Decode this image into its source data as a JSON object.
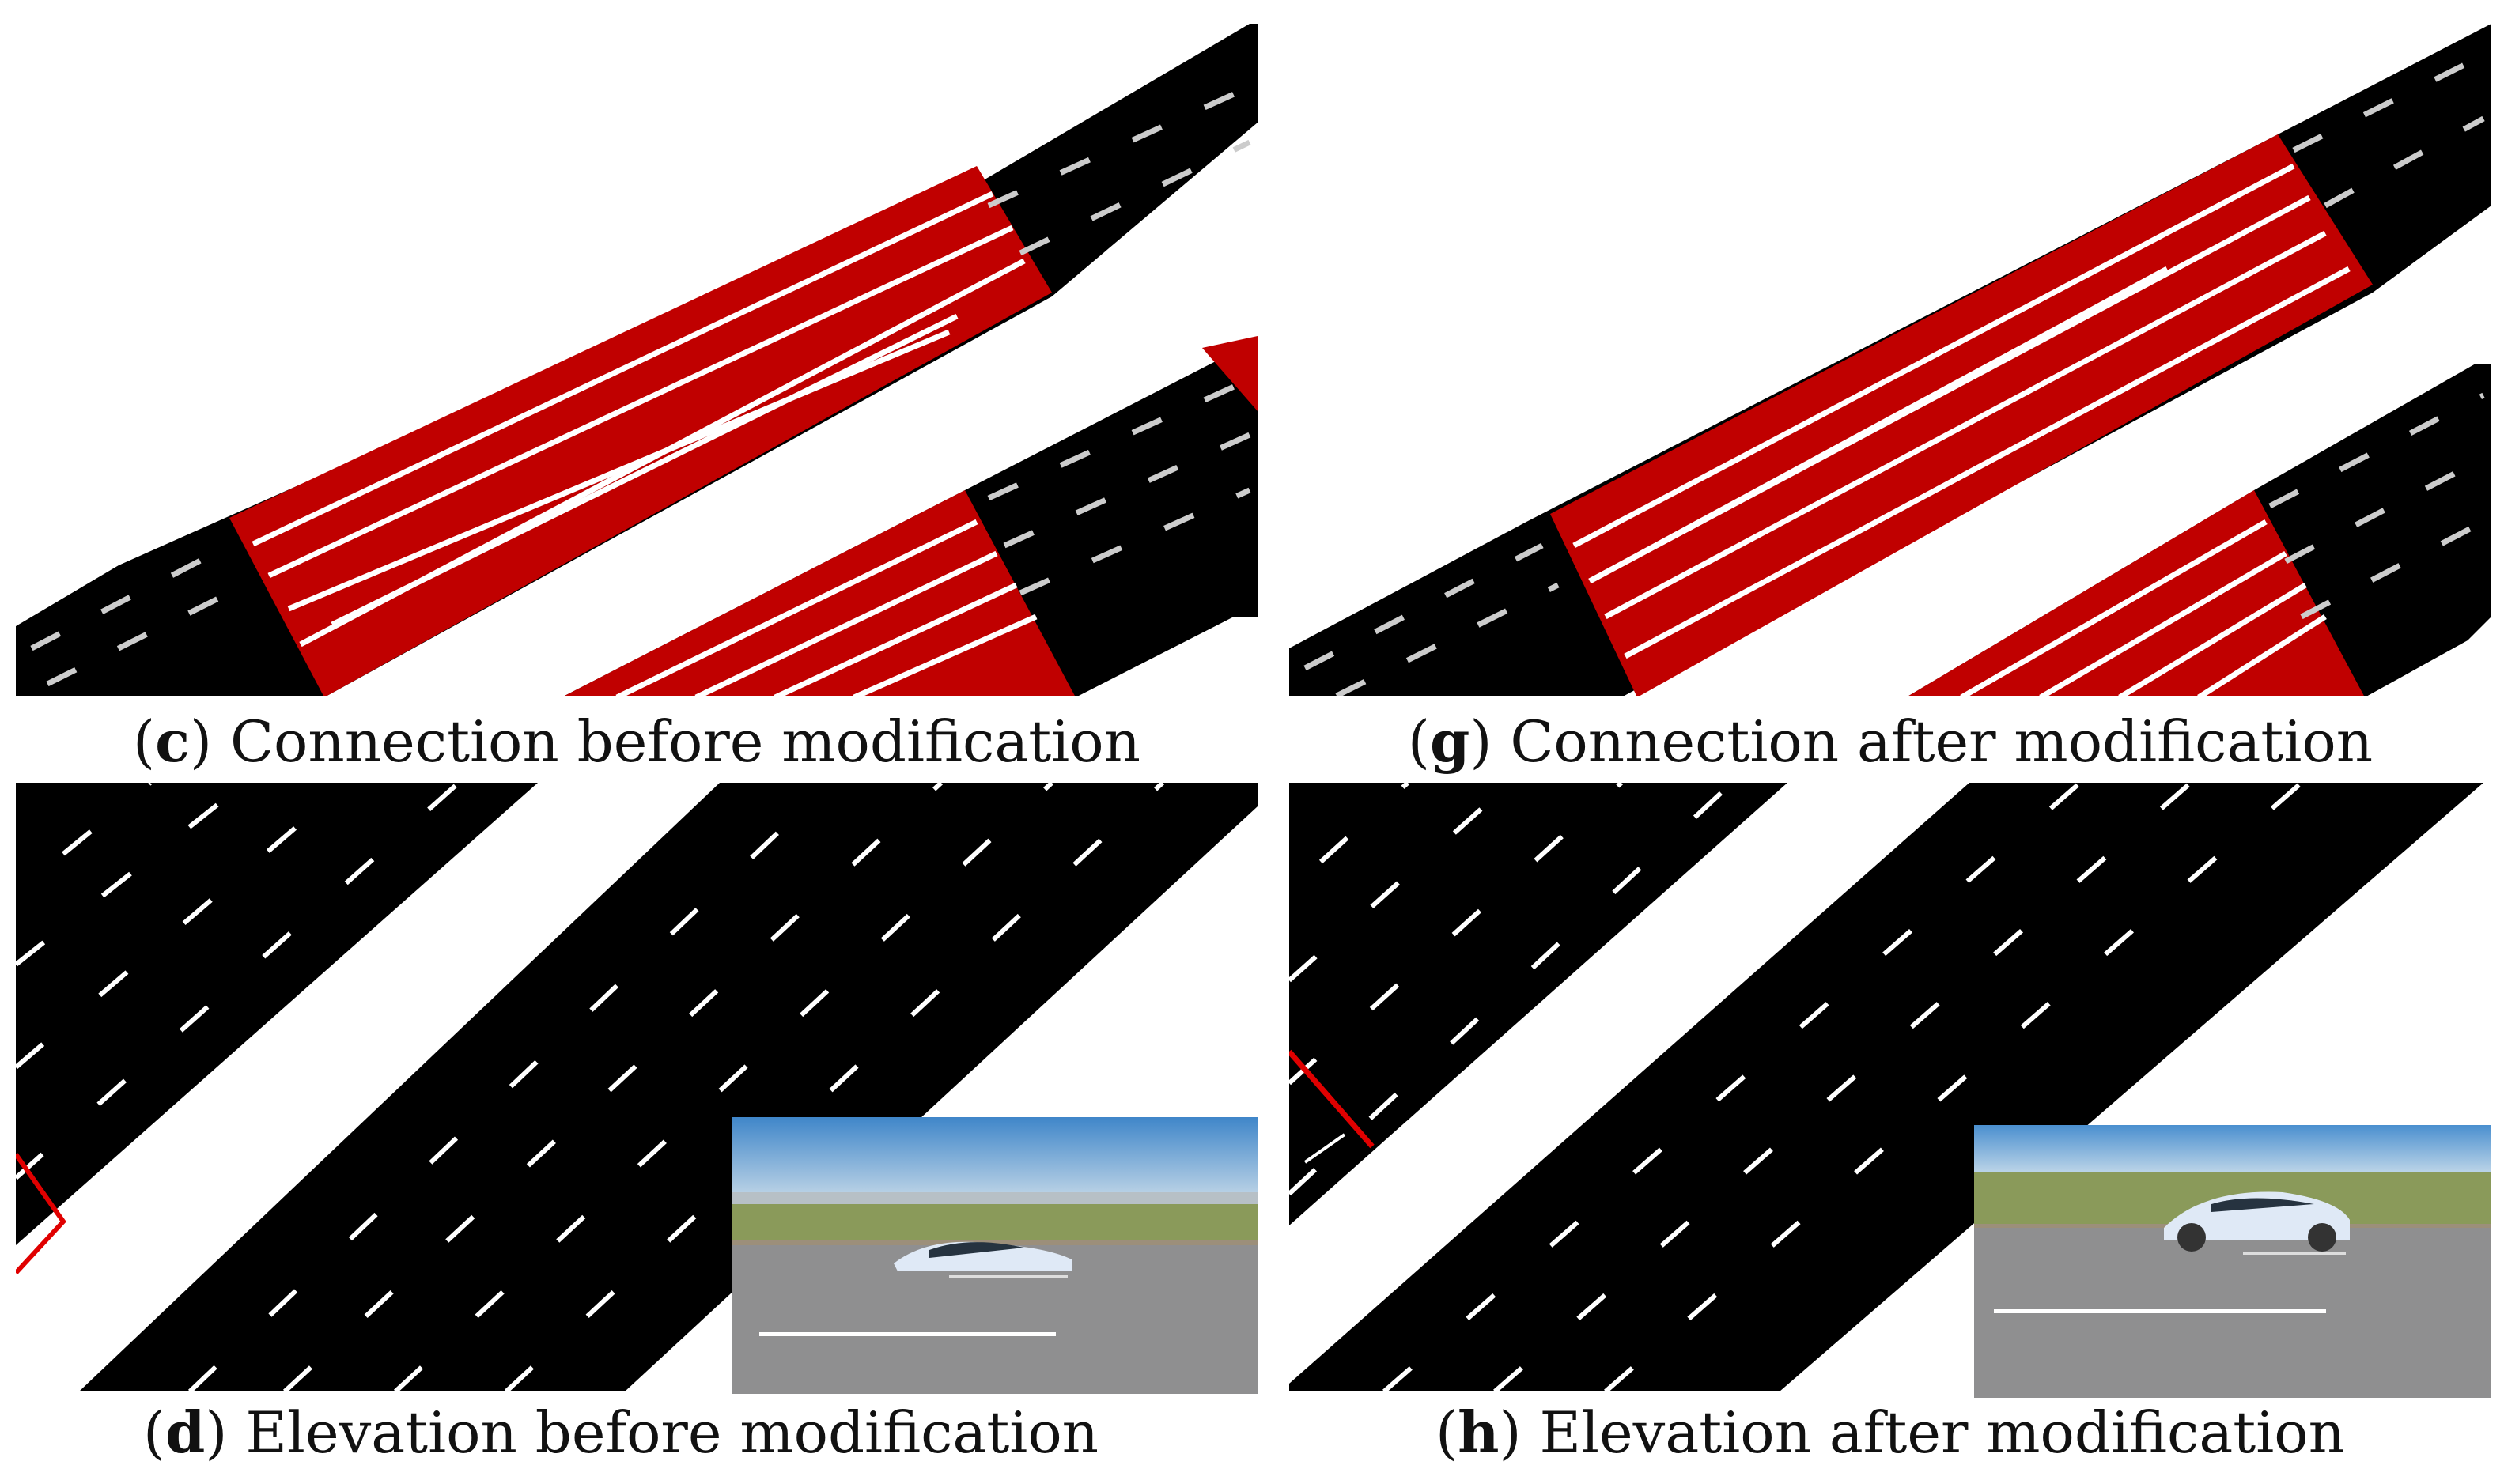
{
  "figure": {
    "panels": [
      {
        "id": "c",
        "letter": "c",
        "caption": "Connection before modification"
      },
      {
        "id": "g",
        "letter": "g",
        "caption": "Connection after modification"
      },
      {
        "id": "d",
        "letter": "d",
        "caption": "Elevation before modification"
      },
      {
        "id": "h",
        "letter": "h",
        "caption": "Elevation after modification"
      }
    ],
    "colors": {
      "road": "#000000",
      "connection_highlight": "#c00000",
      "lane_marking": "#ffffff",
      "sky": "#4a8fcf",
      "grass": "#8a9a5a",
      "asphalt": "#8f8f90",
      "car": "#dfe9f6"
    }
  }
}
